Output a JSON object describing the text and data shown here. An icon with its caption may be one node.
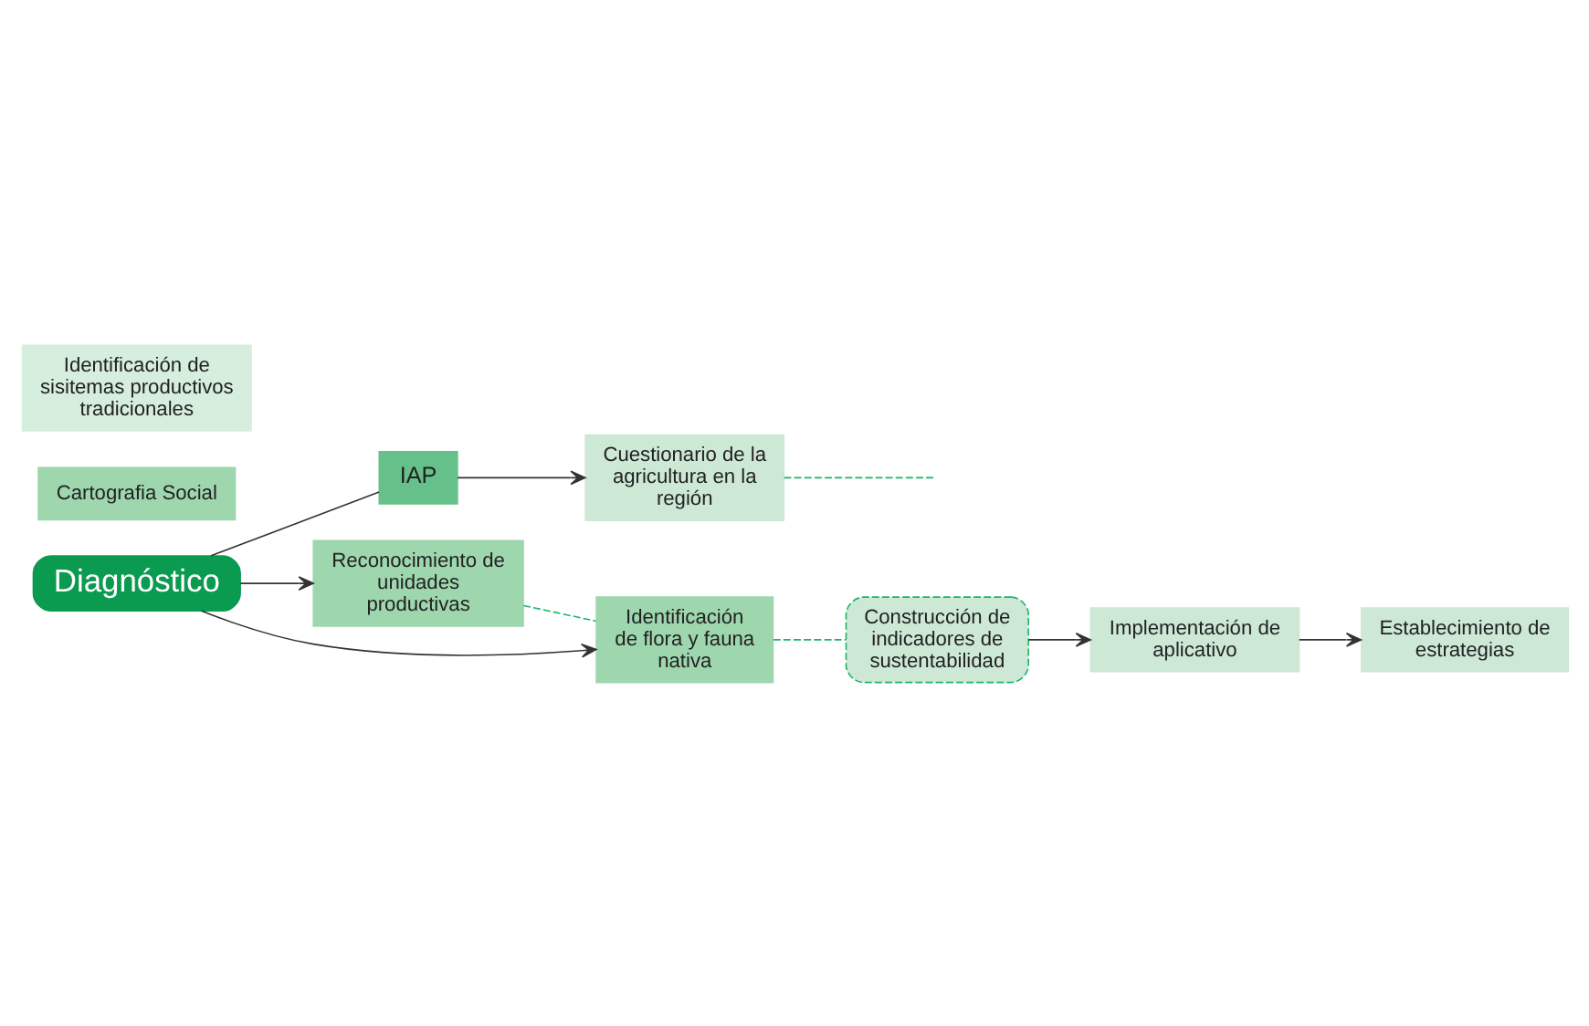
{
  "diagram": {
    "nodes": [
      {
        "text": [
          "Diagnóstico"
        ]
      },
      {
        "text": [
          "IAP"
        ]
      },
      {
        "text": [
          "Cartografia Social"
        ]
      },
      {
        "text": [
          "Cuestionario de la agricultura en la región"
        ]
      },
      {
        "text": [
          "Reconocimiento de unidades productivas"
        ]
      },
      {
        "text": [
          "Identificación de sisitemas productivos tradicionales"
        ]
      },
      {
        "text": [
          "Identificación de flora y fauna nativa"
        ]
      },
      {
        "text": [
          "Construcción de indicadores de sustentabilidad"
        ]
      },
      {
        "text": [
          "Implementación de aplicativo"
        ]
      },
      {
        "text": [
          "Establecimiento de estrategias"
        ]
      }
    ],
    "edges": [
      {
        "from": 0,
        "to": 1,
        "arrow": "none"
      },
      {
        "from": 1,
        "to": 3,
        "arrow": "to"
      },
      {
        "from": 3,
        "to": null,
        "arrow": "none",
        "style": "dashed",
        "color": "#1db36a"
      },
      {
        "from": 0,
        "to": 4,
        "arrow": "to"
      },
      {
        "from": 0,
        "to": 6,
        "arrow": "to"
      },
      {
        "from": 4,
        "to": 6,
        "arrow": "none",
        "style": "dashed",
        "color": "#1db36a"
      },
      {
        "from": 6,
        "to": 7,
        "arrow": "none",
        "style": "dashed",
        "color": "#1db36a"
      },
      {
        "from": 7,
        "to": 8,
        "arrow": "to"
      },
      {
        "from": 8,
        "to": 9,
        "arrow": "to"
      }
    ]
  }
}
